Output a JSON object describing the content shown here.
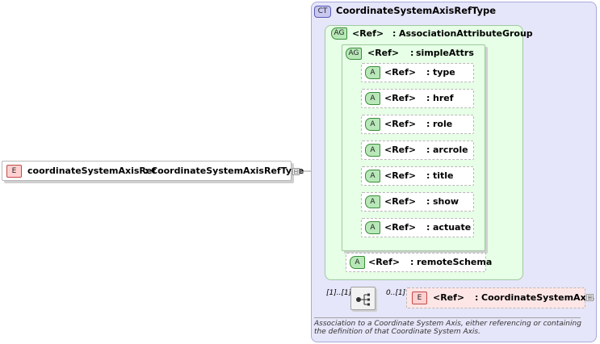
{
  "complex_type": {
    "badge": "CT",
    "name": "CoordinateSystemAxisRefType"
  },
  "root_element": {
    "badge": "E",
    "name": "coordinateSystemAxisRef",
    "separator": ":",
    "type": "CoordinateSystemAxisRefType",
    "expander": "⊟"
  },
  "association_group": {
    "badge": "AG",
    "ref": "<Ref>",
    "separator": ":",
    "name": "AssociationAttributeGroup"
  },
  "simple_attrs_group": {
    "badge": "AG",
    "ref": "<Ref>",
    "separator": ":",
    "name": "simpleAttrs"
  },
  "attributes": [
    {
      "badge": "A",
      "ref": "<Ref>",
      "separator": ":",
      "name": "type"
    },
    {
      "badge": "A",
      "ref": "<Ref>",
      "separator": ":",
      "name": "href"
    },
    {
      "badge": "A",
      "ref": "<Ref>",
      "separator": ":",
      "name": "role"
    },
    {
      "badge": "A",
      "ref": "<Ref>",
      "separator": ":",
      "name": "arcrole"
    },
    {
      "badge": "A",
      "ref": "<Ref>",
      "separator": ":",
      "name": "title"
    },
    {
      "badge": "A",
      "ref": "<Ref>",
      "separator": ":",
      "name": "show"
    },
    {
      "badge": "A",
      "ref": "<Ref>",
      "separator": ":",
      "name": "actuate"
    }
  ],
  "remote_schema": {
    "badge": "A",
    "ref": "<Ref>",
    "separator": ":",
    "name": "remoteSchema"
  },
  "sequence": {
    "outer_cardinality": "[1]..[1]",
    "inner_cardinality": "0..[1]"
  },
  "axis_element": {
    "badge": "E",
    "ref": "<Ref>",
    "separator": ":",
    "name": "CoordinateSystemAxis",
    "expander": "⊞"
  },
  "description": "Association to a Coordinate System Axis, either referencing or containing the definition of that Coordinate System Axis."
}
